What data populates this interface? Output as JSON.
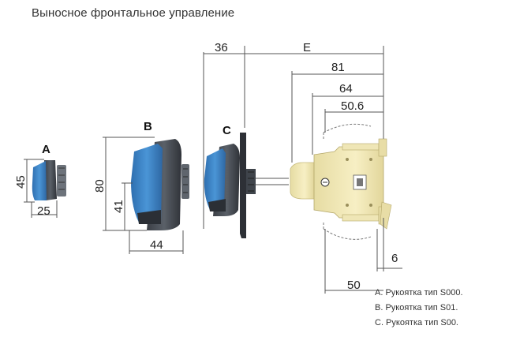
{
  "title": "Выносное фронтальное управление",
  "labels": {
    "a": "A",
    "b": "B",
    "c": "C"
  },
  "dimensions": {
    "a_height": "45",
    "a_width": "25",
    "b_height": "80",
    "b_inner_height": "41",
    "b_width": "44",
    "c_depth": "36",
    "e": "E",
    "d81": "81",
    "d64": "64",
    "d50_6": "50.6",
    "d6": "6",
    "d50": "50"
  },
  "legend": [
    "A. Рукоятка тип S000.",
    "B. Рукоятка тип S01.",
    "C. Рукоятка тип S00."
  ],
  "colors": {
    "handle_blue": "#3a7fc0",
    "handle_dark": "#4a4f57",
    "switch_body": "#f3e9b4",
    "dim_line": "#555555"
  }
}
